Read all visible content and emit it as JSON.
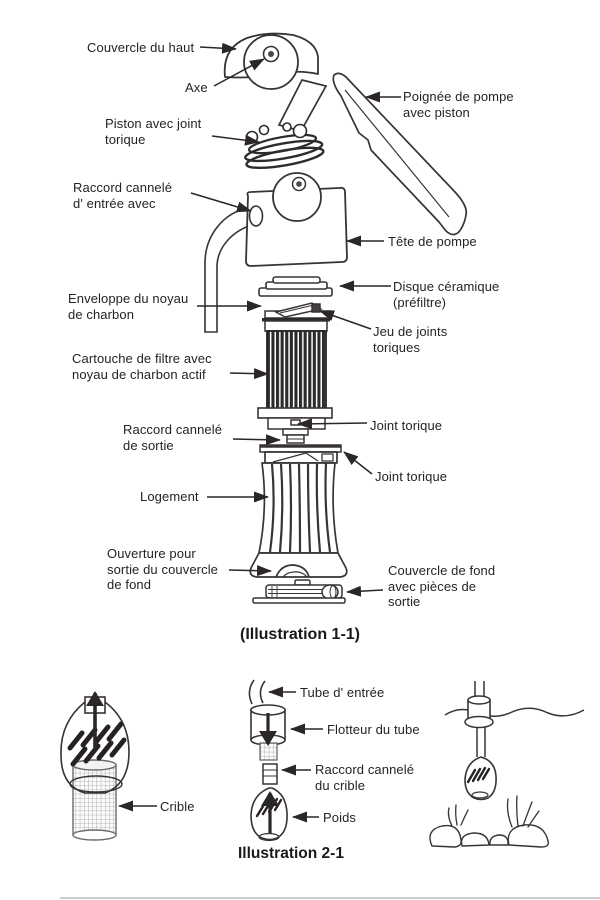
{
  "colors": {
    "ink": "#2b2627",
    "line": "#383334",
    "cartridge_dark": "#2d2a2b",
    "background": "#ffffff"
  },
  "illustration_1_1": {
    "caption": "(Illustration 1-1)",
    "labels": {
      "couvercle_du_haut": "Couvercle du haut",
      "axe": "Axe",
      "poignee_de_pompe": "Poignée de pompe\navec piston",
      "piston_avec_joint": "Piston avec joint\ntorique",
      "raccord_entree": "Raccord cannelé\nd' entrée avec",
      "tete_de_pompe": "Tête de pompe",
      "disque_ceramique": "Disque céramique\n(préfiltre)",
      "enveloppe_noyau": "Enveloppe du noyau\nde charbon",
      "jeu_de_joints": "Jeu de joints\ntoriques",
      "cartouche_filtre": "Cartouche de filtre avec\nnoyau de charbon actif",
      "raccord_sortie": "Raccord cannelé\nde sortie",
      "joint_torique_1": "Joint torique",
      "joint_torique_2": "Joint torique",
      "logement": "Logement",
      "ouverture": "Ouverture pour\nsortie du couvercle\nde fond",
      "couvercle_de_fond": "Couvercle de fond\navec pièces de\nsortie"
    }
  },
  "illustration_2_1": {
    "caption": "Illustration 2-1",
    "labels": {
      "crible": "Crible",
      "tube_entree": "Tube d' entrée",
      "flotteur_du_tube": "Flotteur du tube",
      "raccord_crible": "Raccord cannelé\ndu crible",
      "poids": "Poids"
    }
  }
}
